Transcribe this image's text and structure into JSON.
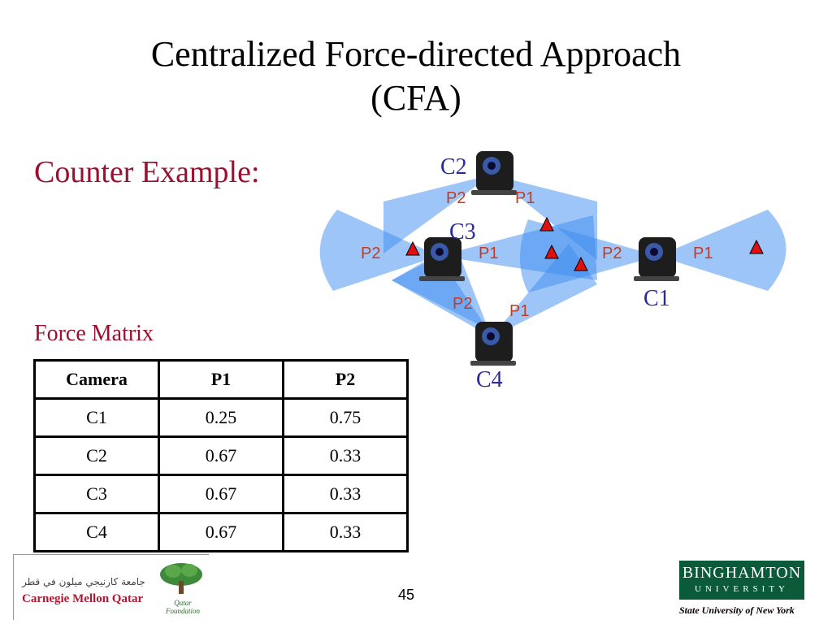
{
  "slide": {
    "title_line1": "Centralized Force-directed Approach",
    "title_line2": "(CFA)",
    "subtitle": "Counter Example:",
    "page_number": "45"
  },
  "diagram": {
    "cameras": {
      "c1": "C1",
      "c2": "C2",
      "c3": "C3",
      "c4": "C4"
    },
    "labels": {
      "c2_left": "P2",
      "c2_right": "P1",
      "c3_left": "P2",
      "c3_right": "P1",
      "c3_bottom": "P2",
      "c1_left": "P2",
      "c1_right": "P1",
      "c4_right": "P1"
    },
    "colors": {
      "fov": "#3b8cf0",
      "target": "#e01010",
      "camera_label": "#2a2aa0",
      "p_label": "#c23b22"
    }
  },
  "force_matrix": {
    "label": "Force Matrix",
    "headers": [
      "Camera",
      "P1",
      "P2"
    ],
    "rows": [
      [
        "C1",
        "0.25",
        "0.75"
      ],
      [
        "C2",
        "0.67",
        "0.33"
      ],
      [
        "C3",
        "0.67",
        "0.33"
      ],
      [
        "C4",
        "0.67",
        "0.33"
      ]
    ]
  },
  "logos": {
    "cmq_arabic": "جامعة كارنيجي ميلون في قطر",
    "cmq_name": "Carnegie Mellon Qatar",
    "qf_name": "Qatar Foundation",
    "bu_name": "BINGHAMTON",
    "bu_univ": "UNIVERSITY",
    "bu_sub": "State University of New York"
  }
}
